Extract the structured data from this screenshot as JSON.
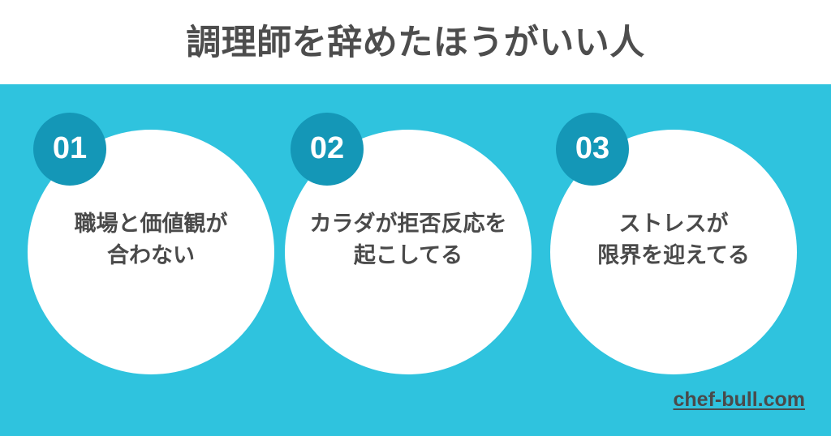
{
  "page": {
    "title": "調理師を辞めたほうがいい人",
    "background_color": "#2fc3de",
    "header_background_color": "#ffffff",
    "badge_color": "#1497b7",
    "text_color": "#4a4a4a"
  },
  "cards": [
    {
      "number": "01",
      "line1": "職場と価値観が",
      "line2": "合わない"
    },
    {
      "number": "02",
      "line1": "カラダが拒否反応を",
      "line2": "起こしてる"
    },
    {
      "number": "03",
      "line1": "ストレスが",
      "line2": "限界を迎えてる"
    }
  ],
  "footer": {
    "site_url": "chef-bull.com"
  }
}
